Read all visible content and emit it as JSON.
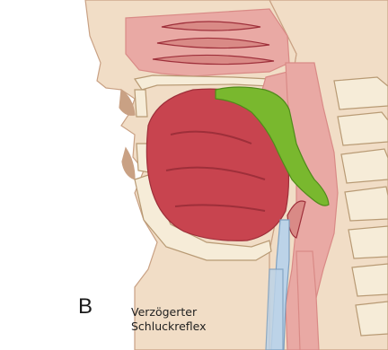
{
  "figure": {
    "panel_letter": "B",
    "caption_line1": "Verzögerter",
    "caption_line2": "Schluckreflex"
  },
  "colors": {
    "skin": "#f1ddc6",
    "skin_edge": "#c9a184",
    "bone": "#f6ecd8",
    "bone_edge": "#b89a74",
    "tissue": "#e9a9a4",
    "tissue_dark": "#d98a86",
    "muscle": "#c8444f",
    "muscle_dark": "#9e2f3a",
    "bolus": "#79b82e",
    "bolus_edge": "#4f8a1a",
    "airway": "#bcd3e8",
    "airway_edge": "#7ea0c0"
  }
}
